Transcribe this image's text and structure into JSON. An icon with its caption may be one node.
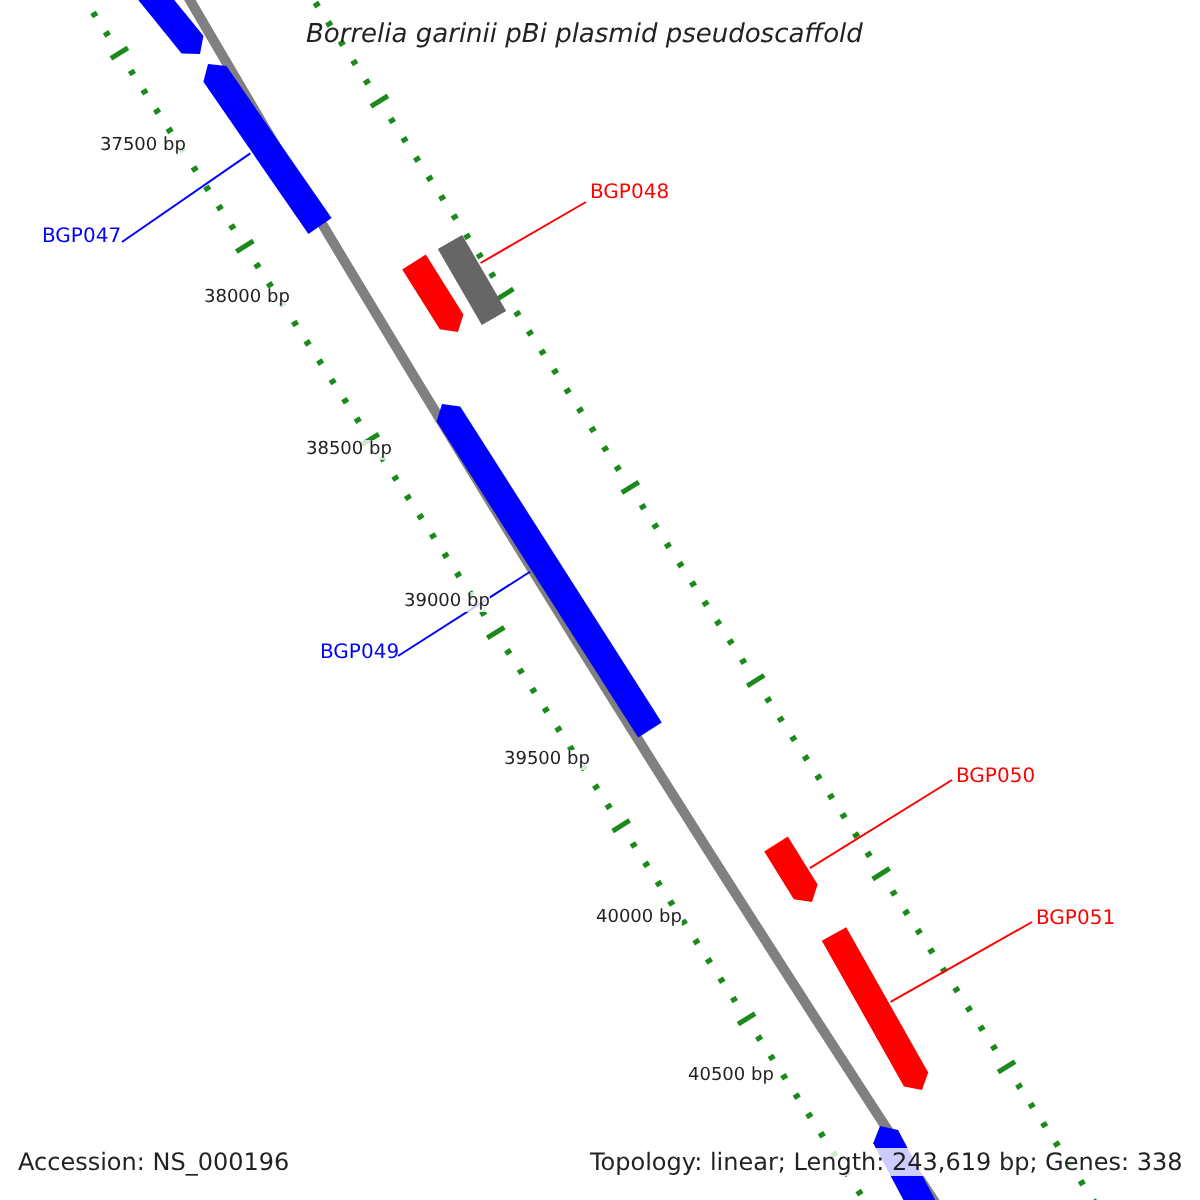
{
  "diagram": {
    "title": "Borrelia garinii pBi plasmid pseudoscaffold",
    "nodes": [
      {
        "text": [
          "BGP047"
        ]
      },
      {
        "text": [
          "BGP048"
        ]
      },
      {
        "text": [
          "BGP049"
        ]
      },
      {
        "text": [
          "BGP050"
        ]
      },
      {
        "text": [
          "BGP051"
        ]
      },
      {
        "text": [],
        "shape": "bar"
      },
      {
        "text": [],
        "shape": "bar"
      },
      {
        "text": [],
        "shape": "bar"
      },
      {
        "text": [],
        "shape": "bar"
      },
      {
        "text": [],
        "shape": "bar"
      },
      {
        "text": [],
        "shape": "bar"
      },
      {
        "text": [],
        "shape": "bar"
      },
      {
        "text": [],
        "shape": "bar"
      }
    ],
    "edges": [
      {
        "from": 0,
        "to": 6,
        "arrow": "none",
        "color": "#0000ff"
      },
      {
        "from": 1,
        "to": 8,
        "arrow": "none"
      },
      {
        "from": 2,
        "to": 9,
        "arrow": "none",
        "color": "#0000ff"
      },
      {
        "from": 3,
        "to": 10,
        "arrow": "none"
      },
      {
        "from": 4,
        "to": 11,
        "arrow": "none"
      }
    ],
    "labels": [
      "37500 bp",
      "38000 bp",
      "38500 bp",
      "39000 bp",
      "39500 bp",
      "40000 bp",
      "40500 bp",
      "Accession: NS_000196",
      "Topology: linear; Length: 243,619 bp; Genes: 338"
    ]
  }
}
